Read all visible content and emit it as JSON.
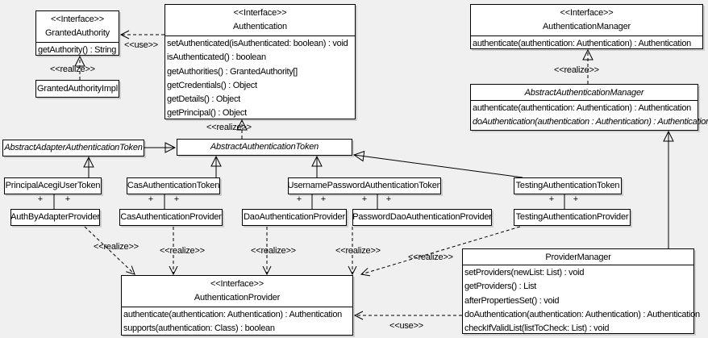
{
  "colors": {
    "background": "#f0f0f0",
    "box_fill": "#ffffff",
    "line": "#000000"
  },
  "stereotypes": {
    "interface": "<<Interface>>",
    "use": "<<use>>",
    "realize": "<<realize>>",
    "plus": "+"
  },
  "classes": {
    "granted_authority": {
      "stereotype": "<<Interface>>",
      "name": "GrantedAuthority",
      "methods": [
        "getAuthority() : String"
      ]
    },
    "granted_authority_impl": {
      "name": "GrantedAuthorityImpl"
    },
    "authentication": {
      "stereotype": "<<Interface>>",
      "name": "Authentication",
      "methods": [
        "setAuthenticated(isAuthenticated: boolean) : void",
        "isAuthenticated() : boolean",
        "getAuthorities() : GrantedAuthority[]",
        "getCredentials() : Object",
        "getDetails() : Object",
        "getPrincipal() : Object"
      ]
    },
    "authentication_manager": {
      "stereotype": "<<Interface>>",
      "name": "AuthenticationManager",
      "methods": [
        "authenticate(authentication: Authentication) : Authentication"
      ]
    },
    "abstract_authentication_manager": {
      "name": "AbstractAuthenticationManager",
      "methods": [
        "authenticate(authentication: Authentication) : Authentication",
        "doAuthentication(authentication : Authentication) : Authentication"
      ]
    },
    "abstract_adapter_authentication_token": {
      "name": "AbstractAdapterAuthenticationToken"
    },
    "abstract_authentication_token": {
      "name": "AbstractAuthenticationToken"
    },
    "principal_acegi_user_token": {
      "name": "PrincipalAcegiUserToken"
    },
    "cas_authentication_token": {
      "name": "CasAuthenticationToken"
    },
    "username_password_authentication_token": {
      "name": "UsernamePasswordAuthenticationToken"
    },
    "testing_authentication_token": {
      "name": "TestingAuthenticationToken"
    },
    "auth_by_adapter_provider": {
      "name": "AuthByAdapterProvider"
    },
    "cas_authentication_provider": {
      "name": "CasAuthenticationProvider"
    },
    "dao_authentication_provider": {
      "name": "DaoAuthenticationProvider"
    },
    "password_dao_authentication_provider": {
      "name": "PasswordDaoAuthenticationProvider"
    },
    "testing_authentication_provider": {
      "name": "TestingAuthenticationProvider"
    },
    "authentication_provider": {
      "stereotype": "<<Interface>>",
      "name": "AuthenticationProvider",
      "methods": [
        "authenticate(authentication: Authentication) : Authentication",
        "supports(authentication: Class) : boolean"
      ]
    },
    "provider_manager": {
      "name": "ProviderManager",
      "methods": [
        "setProviders(newList: List) : void",
        "getProviders() : List",
        "afterPropertiesSet() : void",
        "doAuthentication(authentication: Authentication) : Authentication",
        "checkIfValidList(listToCheck: List) : void"
      ]
    }
  }
}
